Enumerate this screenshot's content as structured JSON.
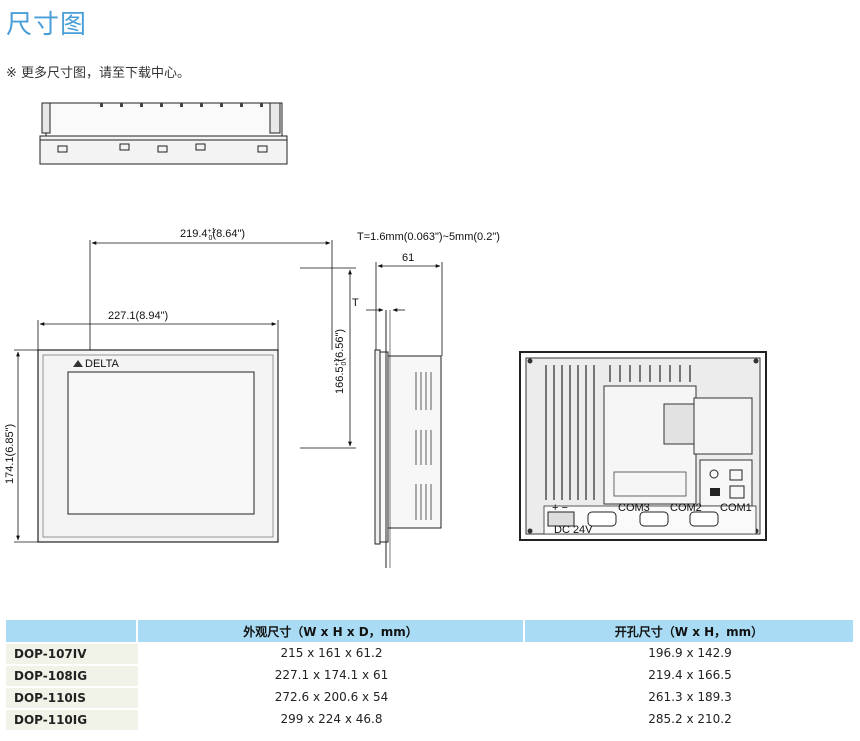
{
  "page": {
    "title": "尺寸图",
    "note": "※ 更多尺寸图，请至下载中心。"
  },
  "dimensions": {
    "width_cutout": "219.4",
    "width_cutout_tol": "+1",
    "width_cutout_tol_low": "0",
    "width_cutout_in": "(8.64\")",
    "width_outer": "227.1(8.94\")",
    "height_outer": "174.1(6.85\")",
    "height_cutout": "166.5",
    "height_cutout_tol": "+1",
    "height_cutout_tol_low": "0",
    "height_cutout_in": "(6.56\")",
    "panel_thickness": "T=1.6mm(0.063\")~5mm(0.2\")",
    "depth": "61",
    "t_label": "T",
    "brand": "DELTA"
  },
  "rear_labels": {
    "power": "DC  24V",
    "plus_minus": "+ −",
    "com1": "COM1",
    "com2": "COM2",
    "com3": "COM3"
  },
  "table": {
    "headers": [
      "",
      "外观尺寸（W x H x D，mm）",
      "开孔尺寸（W x H，mm）"
    ],
    "rows": [
      {
        "model": "DOP-107IV",
        "outer": "215 x 161 x 61.2",
        "cutout": "196.9 x 142.9"
      },
      {
        "model": "DOP-108IG",
        "outer": "227.1 x 174.1 x 61",
        "cutout": "219.4 x 166.5"
      },
      {
        "model": "DOP-110IS",
        "outer": "272.6 x 200.6 x 54",
        "cutout": "261.3 x 189.3"
      },
      {
        "model": "DOP-110IG",
        "outer": "299 x 224 x 46.8",
        "cutout": "285.2 x 210.2"
      }
    ]
  },
  "colors": {
    "title": "#4a9fd8",
    "header_bg": "#a9dcf4",
    "model_bg": "#f2f3e8"
  }
}
